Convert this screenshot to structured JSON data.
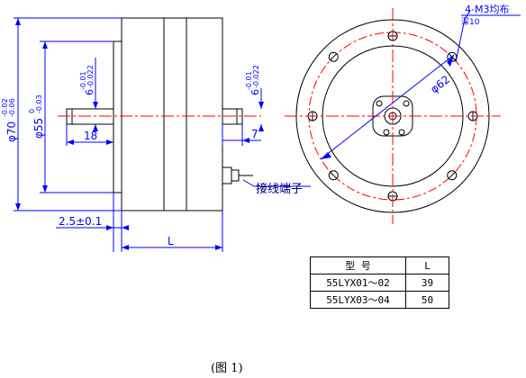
{
  "dimensions": {
    "outer_dia": "φ70",
    "outer_tol_upper": "-0.02",
    "outer_tol_lower": "-0.06",
    "pilot_dia": "φ55",
    "pilot_tol_upper": "0",
    "pilot_tol_lower": "-0.03",
    "front_shaft_dia": "6",
    "front_shaft_tol_upper": "-0.01",
    "front_shaft_tol_lower": "-0.022",
    "rear_shaft_dia": "6",
    "rear_shaft_tol_upper": "-0.01",
    "rear_shaft_tol_lower": "-0.022",
    "front_shaft_len": "18",
    "rear_shaft_len": "7",
    "pilot_depth": "2.5±0.1",
    "body_len": "L",
    "bolt_circle": "φ62",
    "holes": "4-M3均布",
    "hole_depth": "深10",
    "terminal": "接线端子"
  },
  "table": {
    "header_model": "型    号",
    "header_len": "L",
    "rows": [
      {
        "model": "55LYX01～02",
        "len": "39"
      },
      {
        "model": "55LYX03～04",
        "len": "50"
      }
    ]
  },
  "caption": "(图 1)"
}
